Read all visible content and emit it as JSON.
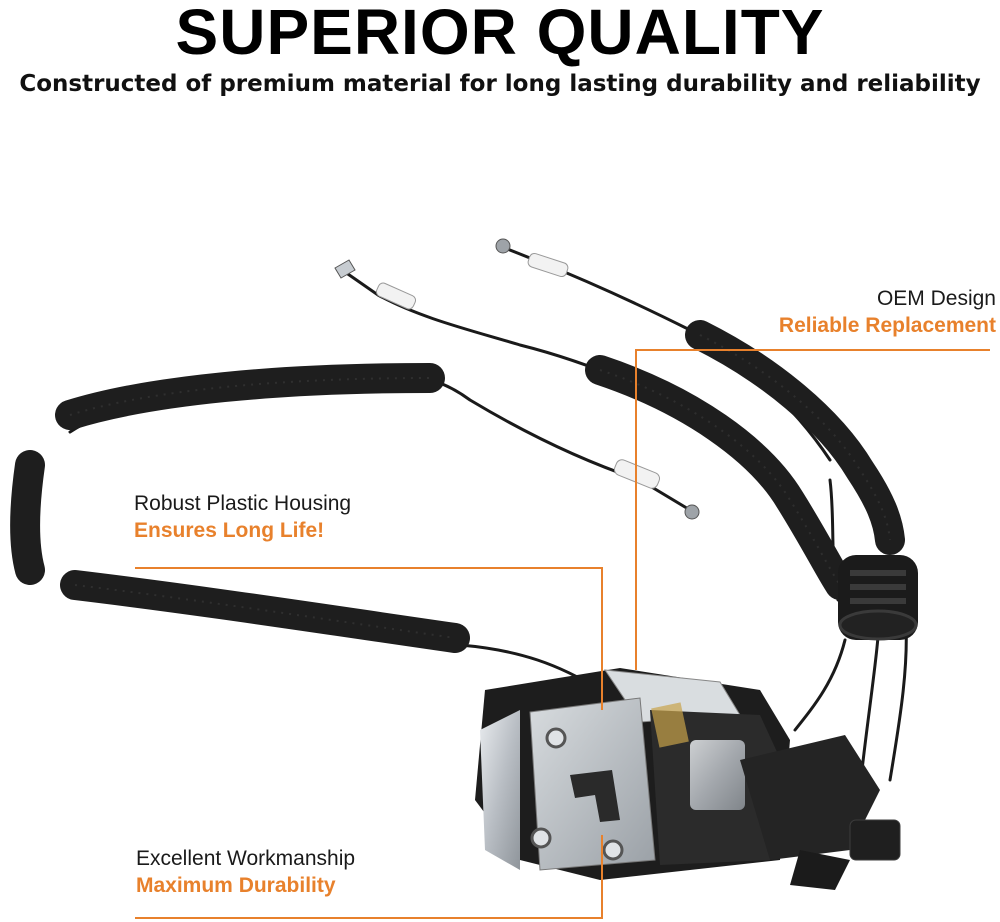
{
  "header": {
    "title": "SUPERIOR QUALITY",
    "subtitle": "Constructed of premium material for long lasting durability and reliability"
  },
  "callouts": {
    "oem": {
      "label": "OEM Design",
      "highlight": "Reliable Replacement"
    },
    "housing": {
      "label": "Robust Plastic Housing",
      "highlight": "Ensures Long Life!"
    },
    "workmanship": {
      "label": "Excellent Workmanship",
      "highlight": "Maximum Durability"
    }
  },
  "colors": {
    "accent": "#e8812c",
    "cable": "#1c1c1c",
    "text": "#1a1a1a"
  },
  "product": {
    "icon": "door-lock-actuator-with-cables"
  }
}
